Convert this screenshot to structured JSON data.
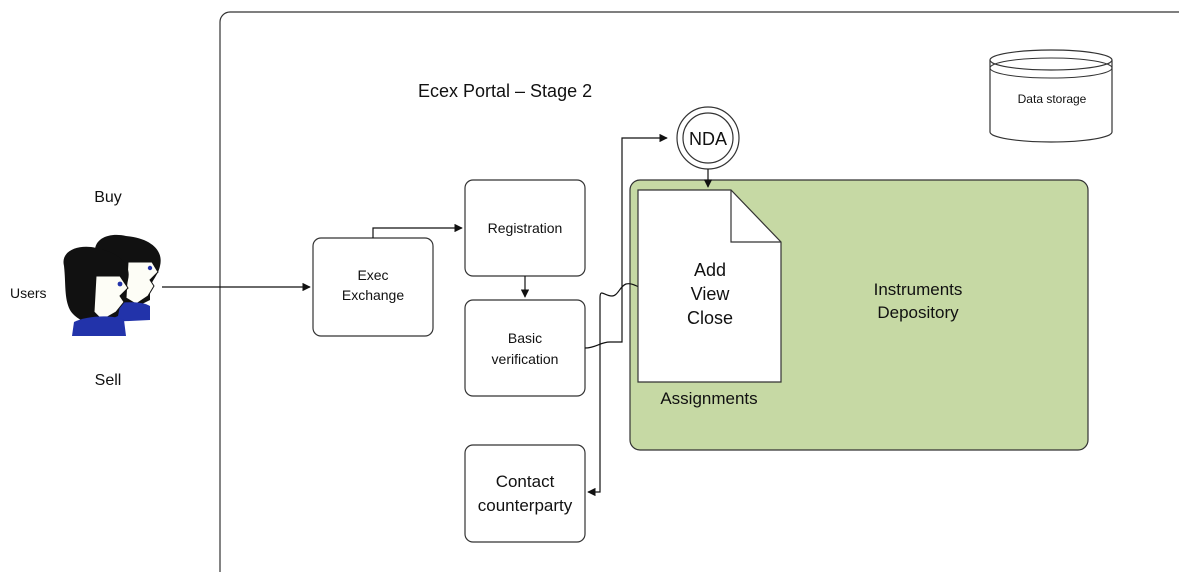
{
  "diagram": {
    "portal_title": "Ecex Portal – Stage 2",
    "users": {
      "label": "Users",
      "buy_label": "Buy",
      "sell_label": "Sell"
    },
    "exec_exchange": {
      "line1": "Exec",
      "line2": "Exchange"
    },
    "registration": {
      "label": "Registration"
    },
    "basic_verification": {
      "line1": "Basic",
      "line2": "verification"
    },
    "contact_counterparty": {
      "line1": "Contact",
      "line2": "counterparty"
    },
    "nda": {
      "label": "NDA"
    },
    "data_storage": {
      "label": "Data storage"
    },
    "assignments_doc": {
      "actions": [
        "Add",
        "View",
        "Close"
      ],
      "caption": "Assignments"
    },
    "instruments_depository": {
      "line1": "Instruments",
      "line2": "Depository"
    },
    "colors": {
      "depository_fill": "#c6d9a4",
      "stroke": "#222222",
      "face_blue": "#2233aa"
    }
  }
}
